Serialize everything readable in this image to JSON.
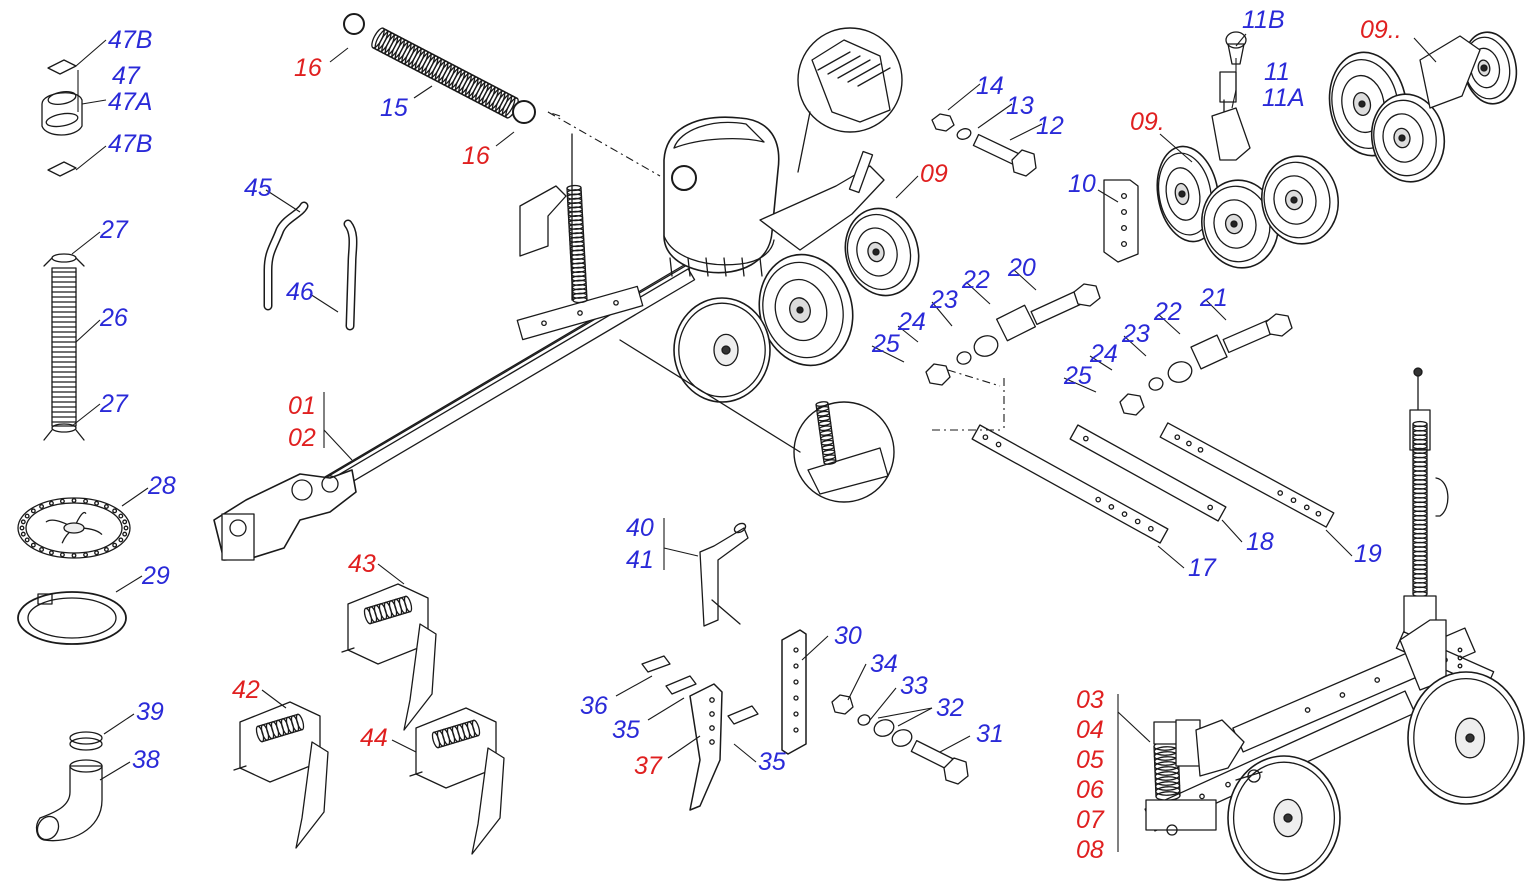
{
  "colors": {
    "blue": "#2a2ad8",
    "red": "#e02020",
    "line": "#1a1a1a"
  },
  "parts": [
    {
      "id": "p47b1",
      "text": "47B",
      "color": "blue"
    },
    {
      "id": "p47",
      "text": "47",
      "color": "blue"
    },
    {
      "id": "p47a",
      "text": "47A",
      "color": "blue"
    },
    {
      "id": "p47b2",
      "text": "47B",
      "color": "blue"
    },
    {
      "id": "p27a",
      "text": "27",
      "color": "blue"
    },
    {
      "id": "p26",
      "text": "26",
      "color": "blue"
    },
    {
      "id": "p27b",
      "text": "27",
      "color": "blue"
    },
    {
      "id": "p28",
      "text": "28",
      "color": "blue"
    },
    {
      "id": "p29",
      "text": "29",
      "color": "blue"
    },
    {
      "id": "p39",
      "text": "39",
      "color": "blue"
    },
    {
      "id": "p38",
      "text": "38",
      "color": "blue"
    },
    {
      "id": "p16a",
      "text": "16",
      "color": "red"
    },
    {
      "id": "p15",
      "text": "15",
      "color": "blue"
    },
    {
      "id": "p16b",
      "text": "16",
      "color": "red"
    },
    {
      "id": "p45",
      "text": "45",
      "color": "blue"
    },
    {
      "id": "p46",
      "text": "46",
      "color": "blue"
    },
    {
      "id": "p01",
      "text": "01",
      "color": "red"
    },
    {
      "id": "p02",
      "text": "02",
      "color": "red"
    },
    {
      "id": "p43",
      "text": "43",
      "color": "red"
    },
    {
      "id": "p42",
      "text": "42",
      "color": "red"
    },
    {
      "id": "p44",
      "text": "44",
      "color": "red"
    },
    {
      "id": "p40",
      "text": "40",
      "color": "blue"
    },
    {
      "id": "p41",
      "text": "41",
      "color": "blue"
    },
    {
      "id": "p36",
      "text": "36",
      "color": "blue"
    },
    {
      "id": "p35a",
      "text": "35",
      "color": "blue"
    },
    {
      "id": "p37",
      "text": "37",
      "color": "red"
    },
    {
      "id": "p35b",
      "text": "35",
      "color": "blue"
    },
    {
      "id": "p30",
      "text": "30",
      "color": "blue"
    },
    {
      "id": "p34",
      "text": "34",
      "color": "blue"
    },
    {
      "id": "p33",
      "text": "33",
      "color": "blue"
    },
    {
      "id": "p32",
      "text": "32",
      "color": "blue"
    },
    {
      "id": "p31",
      "text": "31",
      "color": "blue"
    },
    {
      "id": "p14",
      "text": "14",
      "color": "blue"
    },
    {
      "id": "p13",
      "text": "13",
      "color": "blue"
    },
    {
      "id": "p12",
      "text": "12",
      "color": "blue"
    },
    {
      "id": "p09a",
      "text": "09",
      "color": "red"
    },
    {
      "id": "p20",
      "text": "20",
      "color": "blue"
    },
    {
      "id": "p22a",
      "text": "22",
      "color": "blue"
    },
    {
      "id": "p23a",
      "text": "23",
      "color": "blue"
    },
    {
      "id": "p24a",
      "text": "24",
      "color": "blue"
    },
    {
      "id": "p25a",
      "text": "25",
      "color": "blue"
    },
    {
      "id": "p21",
      "text": "21",
      "color": "blue"
    },
    {
      "id": "p22b",
      "text": "22",
      "color": "blue"
    },
    {
      "id": "p23b",
      "text": "23",
      "color": "blue"
    },
    {
      "id": "p24b",
      "text": "24",
      "color": "blue"
    },
    {
      "id": "p25b",
      "text": "25",
      "color": "blue"
    },
    {
      "id": "p18",
      "text": "18",
      "color": "blue"
    },
    {
      "id": "p17",
      "text": "17",
      "color": "blue"
    },
    {
      "id": "p19",
      "text": "19",
      "color": "blue"
    },
    {
      "id": "p11b",
      "text": "11B",
      "color": "blue"
    },
    {
      "id": "p11",
      "text": "11",
      "color": "blue"
    },
    {
      "id": "p11a",
      "text": "11A",
      "color": "blue"
    },
    {
      "id": "p09b",
      "text": "09.",
      "color": "red"
    },
    {
      "id": "p10",
      "text": "10",
      "color": "blue"
    },
    {
      "id": "p09c",
      "text": "09..",
      "color": "red"
    },
    {
      "id": "p03",
      "text": "03",
      "color": "red"
    },
    {
      "id": "p04",
      "text": "04",
      "color": "red"
    },
    {
      "id": "p05",
      "text": "05",
      "color": "red"
    },
    {
      "id": "p06",
      "text": "06",
      "color": "red"
    },
    {
      "id": "p07",
      "text": "07",
      "color": "red"
    },
    {
      "id": "p08",
      "text": "08",
      "color": "red"
    }
  ]
}
